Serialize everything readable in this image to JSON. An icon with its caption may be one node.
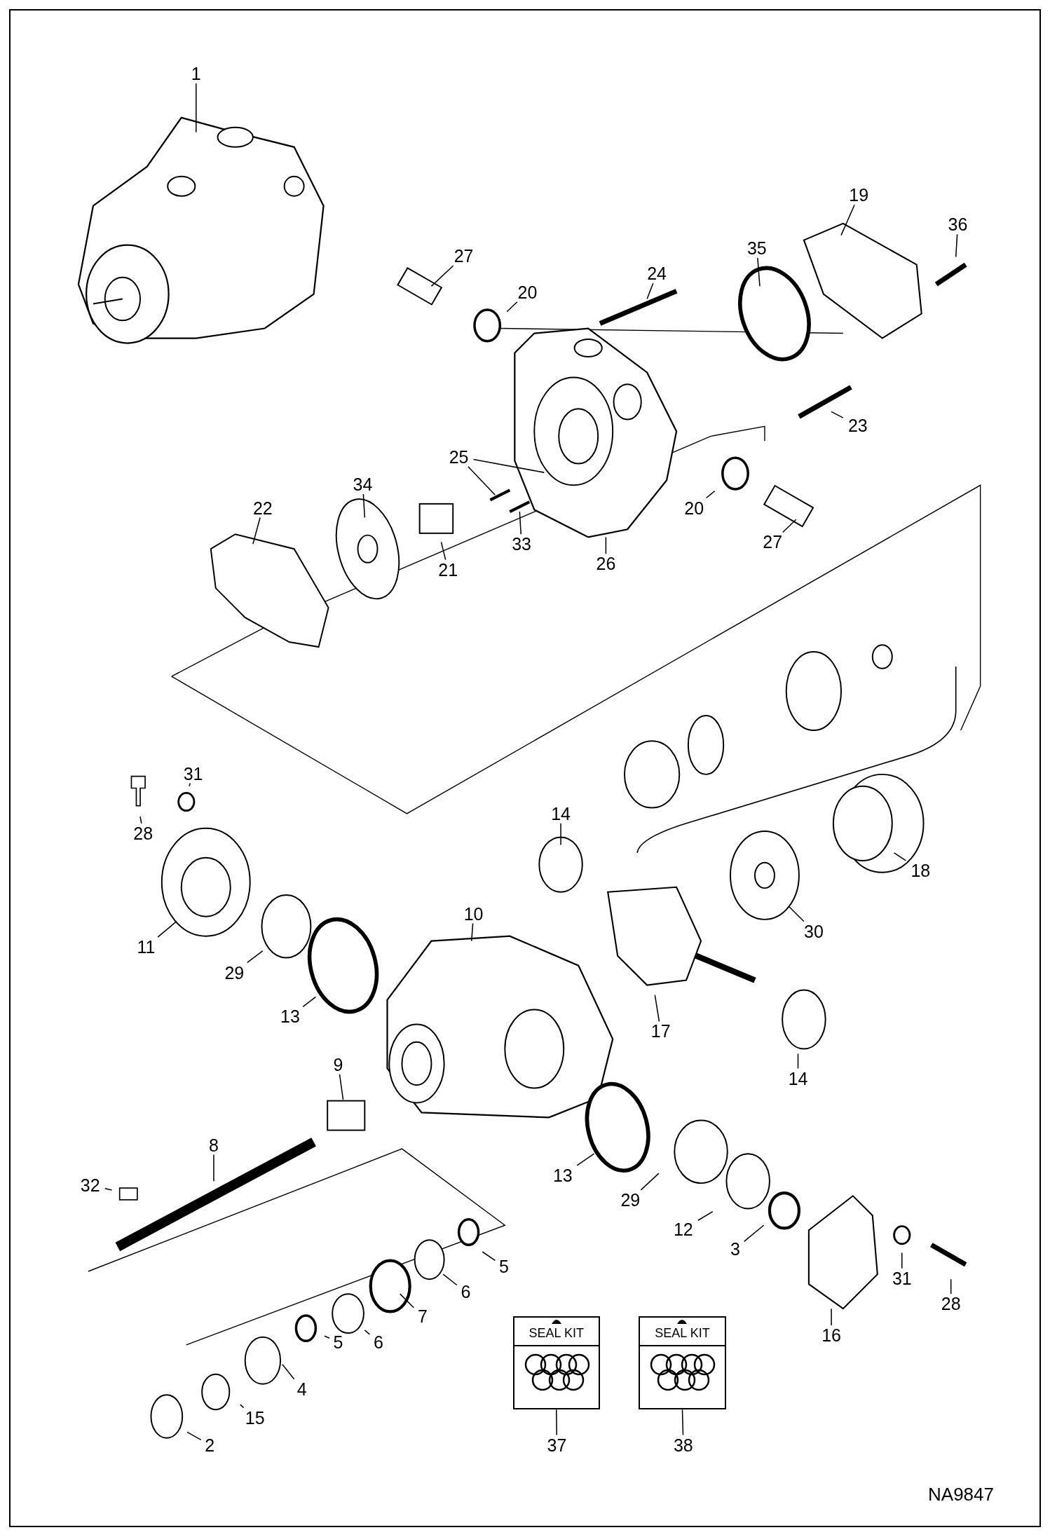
{
  "diagram": {
    "nodes": [
      {
        "text": [
          "1"
        ]
      },
      {
        "text": [
          "27"
        ]
      },
      {
        "text": [
          "20"
        ]
      },
      {
        "text": [
          "24"
        ]
      },
      {
        "text": [
          "35"
        ]
      },
      {
        "text": [
          "19"
        ]
      },
      {
        "text": [
          "36"
        ]
      },
      {
        "text": [
          "23"
        ]
      },
      {
        "text": [
          "25"
        ]
      },
      {
        "text": [
          "34"
        ]
      },
      {
        "text": [
          "22"
        ]
      },
      {
        "text": [
          "21"
        ]
      },
      {
        "text": [
          "33"
        ]
      },
      {
        "text": [
          "20"
        ]
      },
      {
        "text": [
          "26"
        ]
      },
      {
        "text": [
          "27"
        ]
      },
      {
        "text": [
          "31"
        ]
      },
      {
        "text": [
          "28"
        ]
      },
      {
        "text": [
          "14"
        ]
      },
      {
        "text": [
          "11"
        ]
      },
      {
        "text": [
          "29"
        ]
      },
      {
        "text": [
          "10"
        ]
      },
      {
        "text": [
          "18"
        ]
      },
      {
        "text": [
          "30"
        ]
      },
      {
        "text": [
          "13"
        ]
      },
      {
        "text": [
          "17"
        ]
      },
      {
        "text": [
          "14"
        ]
      },
      {
        "text": [
          "9"
        ]
      },
      {
        "text": [
          "8"
        ]
      },
      {
        "text": [
          "32"
        ]
      },
      {
        "text": [
          "13"
        ]
      },
      {
        "text": [
          "29"
        ]
      },
      {
        "text": [
          "12"
        ]
      },
      {
        "text": [
          "3"
        ]
      },
      {
        "text": [
          "5"
        ]
      },
      {
        "text": [
          "6"
        ]
      },
      {
        "text": [
          "31"
        ]
      },
      {
        "text": [
          "28"
        ]
      },
      {
        "text": [
          "7"
        ]
      },
      {
        "text": [
          "6"
        ]
      },
      {
        "text": [
          "5"
        ]
      },
      {
        "text": [
          "16"
        ]
      },
      {
        "text": [
          "4"
        ]
      },
      {
        "text": [
          "15"
        ]
      },
      {
        "text": [
          "2"
        ]
      },
      {
        "text": [
          "37"
        ]
      },
      {
        "text": [
          "38"
        ]
      },
      {
        "text": [
          "SEAL KIT"
        ]
      },
      {
        "text": [
          "SEAL KIT"
        ]
      }
    ],
    "edges": [
      {
        "from": 0,
        "to": null,
        "arrow": "none"
      },
      {
        "from": 1,
        "to": null,
        "arrow": "none"
      },
      {
        "from": 2,
        "to": null,
        "arrow": "none"
      },
      {
        "from": 3,
        "to": null,
        "arrow": "none"
      },
      {
        "from": 4,
        "to": null,
        "arrow": "none"
      },
      {
        "from": 5,
        "to": null,
        "arrow": "none"
      },
      {
        "from": 6,
        "to": null,
        "arrow": "none"
      },
      {
        "from": 7,
        "to": null,
        "arrow": "none"
      },
      {
        "from": 8,
        "to": null,
        "arrow": "none"
      },
      {
        "from": 8,
        "to": null,
        "arrow": "none"
      },
      {
        "from": 9,
        "to": null,
        "arrow": "none"
      },
      {
        "from": 10,
        "to": null,
        "arrow": "none"
      },
      {
        "from": 11,
        "to": null,
        "arrow": "none"
      },
      {
        "from": 12,
        "to": null,
        "arrow": "none"
      },
      {
        "from": 13,
        "to": null,
        "arrow": "none"
      },
      {
        "from": 14,
        "to": null,
        "arrow": "none"
      },
      {
        "from": 15,
        "to": null,
        "arrow": "none"
      },
      {
        "from": 16,
        "to": null,
        "arrow": "none"
      },
      {
        "from": 17,
        "to": null,
        "arrow": "none"
      },
      {
        "from": 18,
        "to": null,
        "arrow": "none"
      },
      {
        "from": 19,
        "to": null,
        "arrow": "none"
      },
      {
        "from": 20,
        "to": null,
        "arrow": "none"
      },
      {
        "from": 21,
        "to": null,
        "arrow": "none"
      },
      {
        "from": 22,
        "to": null,
        "arrow": "none"
      },
      {
        "from": 23,
        "to": null,
        "arrow": "none"
      },
      {
        "from": 24,
        "to": null,
        "arrow": "none"
      },
      {
        "from": 25,
        "to": null,
        "arrow": "none"
      },
      {
        "from": 26,
        "to": null,
        "arrow": "none"
      },
      {
        "from": 27,
        "to": null,
        "arrow": "none"
      },
      {
        "from": 28,
        "to": null,
        "arrow": "none"
      },
      {
        "from": 29,
        "to": null,
        "arrow": "none"
      },
      {
        "from": 30,
        "to": null,
        "arrow": "none"
      },
      {
        "from": 31,
        "to": null,
        "arrow": "none"
      },
      {
        "from": 32,
        "to": null,
        "arrow": "none"
      },
      {
        "from": 33,
        "to": null,
        "arrow": "none"
      },
      {
        "from": 34,
        "to": null,
        "arrow": "none"
      },
      {
        "from": 35,
        "to": null,
        "arrow": "none"
      },
      {
        "from": 36,
        "to": null,
        "arrow": "none"
      },
      {
        "from": 37,
        "to": null,
        "arrow": "none"
      },
      {
        "from": 38,
        "to": null,
        "arrow": "none"
      },
      {
        "from": 39,
        "to": null,
        "arrow": "none"
      },
      {
        "from": 40,
        "to": null,
        "arrow": "none"
      },
      {
        "from": 41,
        "to": null,
        "arrow": "none"
      },
      {
        "from": 42,
        "to": null,
        "arrow": "none"
      },
      {
        "from": 43,
        "to": null,
        "arrow": "none"
      },
      {
        "from": 44,
        "to": null,
        "arrow": "none"
      },
      {
        "from": 45,
        "to": 47,
        "arrow": "none"
      },
      {
        "from": 46,
        "to": 48,
        "arrow": "none"
      }
    ],
    "labels": [
      "NA9847"
    ]
  }
}
